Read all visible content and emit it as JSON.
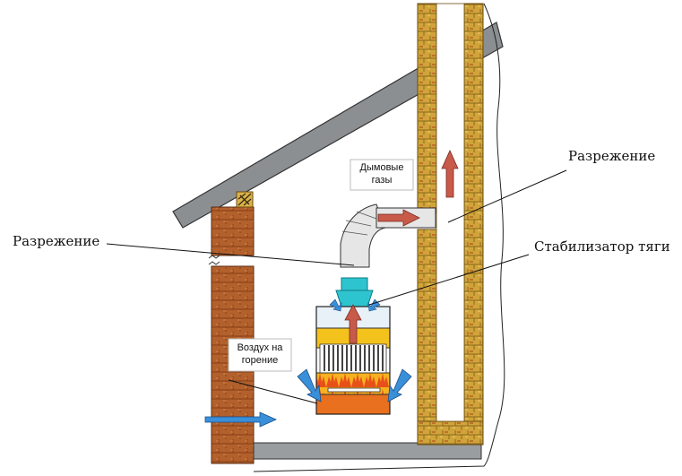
{
  "labels": {
    "vacuum_right": "Разрежение",
    "vacuum_left": "Разрежение",
    "draft_stabilizer": "Стабилизатор тяги",
    "flue_gases_line1": "Дымовые",
    "flue_gases_line2": "газы",
    "combustion_air_line1": "Воздух на",
    "combustion_air_line2": "горение"
  },
  "colors": {
    "brick": "#b2602c",
    "chimney_brick": "#d0a43a",
    "roof": "#8c8f92",
    "stabilizer": "#2ec4cf",
    "duct": "#e6e6e6",
    "flame": "#f28c1a",
    "boiler_base": "#e8701e",
    "yellow_band": "#f4c21c",
    "gas_arrow": "#c85a4a",
    "air_arrow": "#3a8fd9"
  },
  "icons": {
    "roof_vent": "vent-grille-icon"
  }
}
